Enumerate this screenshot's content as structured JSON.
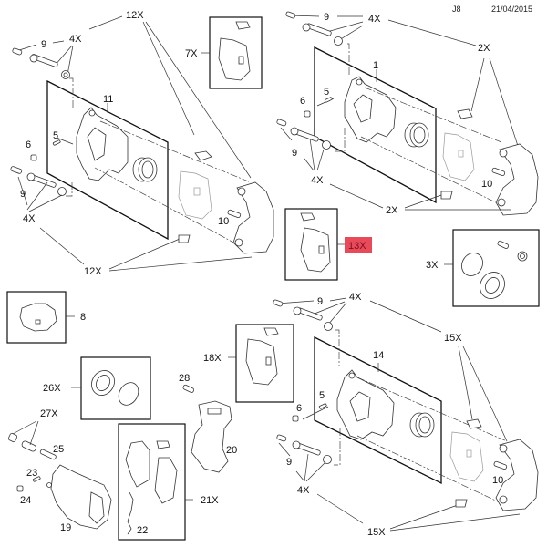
{
  "header": {
    "code": "J8",
    "date": "21/04/2015"
  },
  "colors": {
    "highlight": "#e84a5a",
    "highlight_text": "#7a1020",
    "line": "#333333"
  },
  "assemblies": {
    "front_left": {
      "labels": {
        "bolt_qty": "12X",
        "kit": "4X",
        "bolt": "9",
        "caliper": "11",
        "bleed_screw": "5",
        "cap": "6",
        "guide_bolt": "10",
        "lower_kit": "4X",
        "lower_bolt": "9",
        "clip_qty": "12X"
      }
    },
    "front_right": {
      "labels": {
        "kit": "4X",
        "bolt": "9",
        "clip_qty": "2X",
        "caliper": "1",
        "bleed_screw": "5",
        "cap": "6",
        "lower_bolt": "9",
        "lower_kit": "4X",
        "guide_bolt": "10",
        "lower_clip_qty": "2X"
      }
    },
    "rear_right": {
      "labels": {
        "kit": "4X",
        "bolt": "9",
        "clip_qty": "15X",
        "caliper": "14",
        "bleed_screw": "5",
        "cap": "6",
        "lower_bolt": "9",
        "lower_kit": "4X",
        "guide_bolt": "10",
        "lower_clip_qty": "15X"
      }
    },
    "rear_left": {
      "labels": {
        "bolt": "28",
        "bracket": "20",
        "sleeve_qty": "27X",
        "pin": "25",
        "bleed_screw": "23",
        "cap": "24",
        "caliper": "19",
        "pad_kit": "21X",
        "wear_sensor": "22"
      }
    }
  },
  "boxes": {
    "pads_7x": {
      "label": "7X"
    },
    "pads_13x": {
      "label": "13X",
      "highlighted": true
    },
    "seal_kit_3x": {
      "label": "3X"
    },
    "shim_8": {
      "label": "8"
    },
    "pads_18x": {
      "label": "18X"
    },
    "seal_kit_26x": {
      "label": "26X"
    }
  }
}
